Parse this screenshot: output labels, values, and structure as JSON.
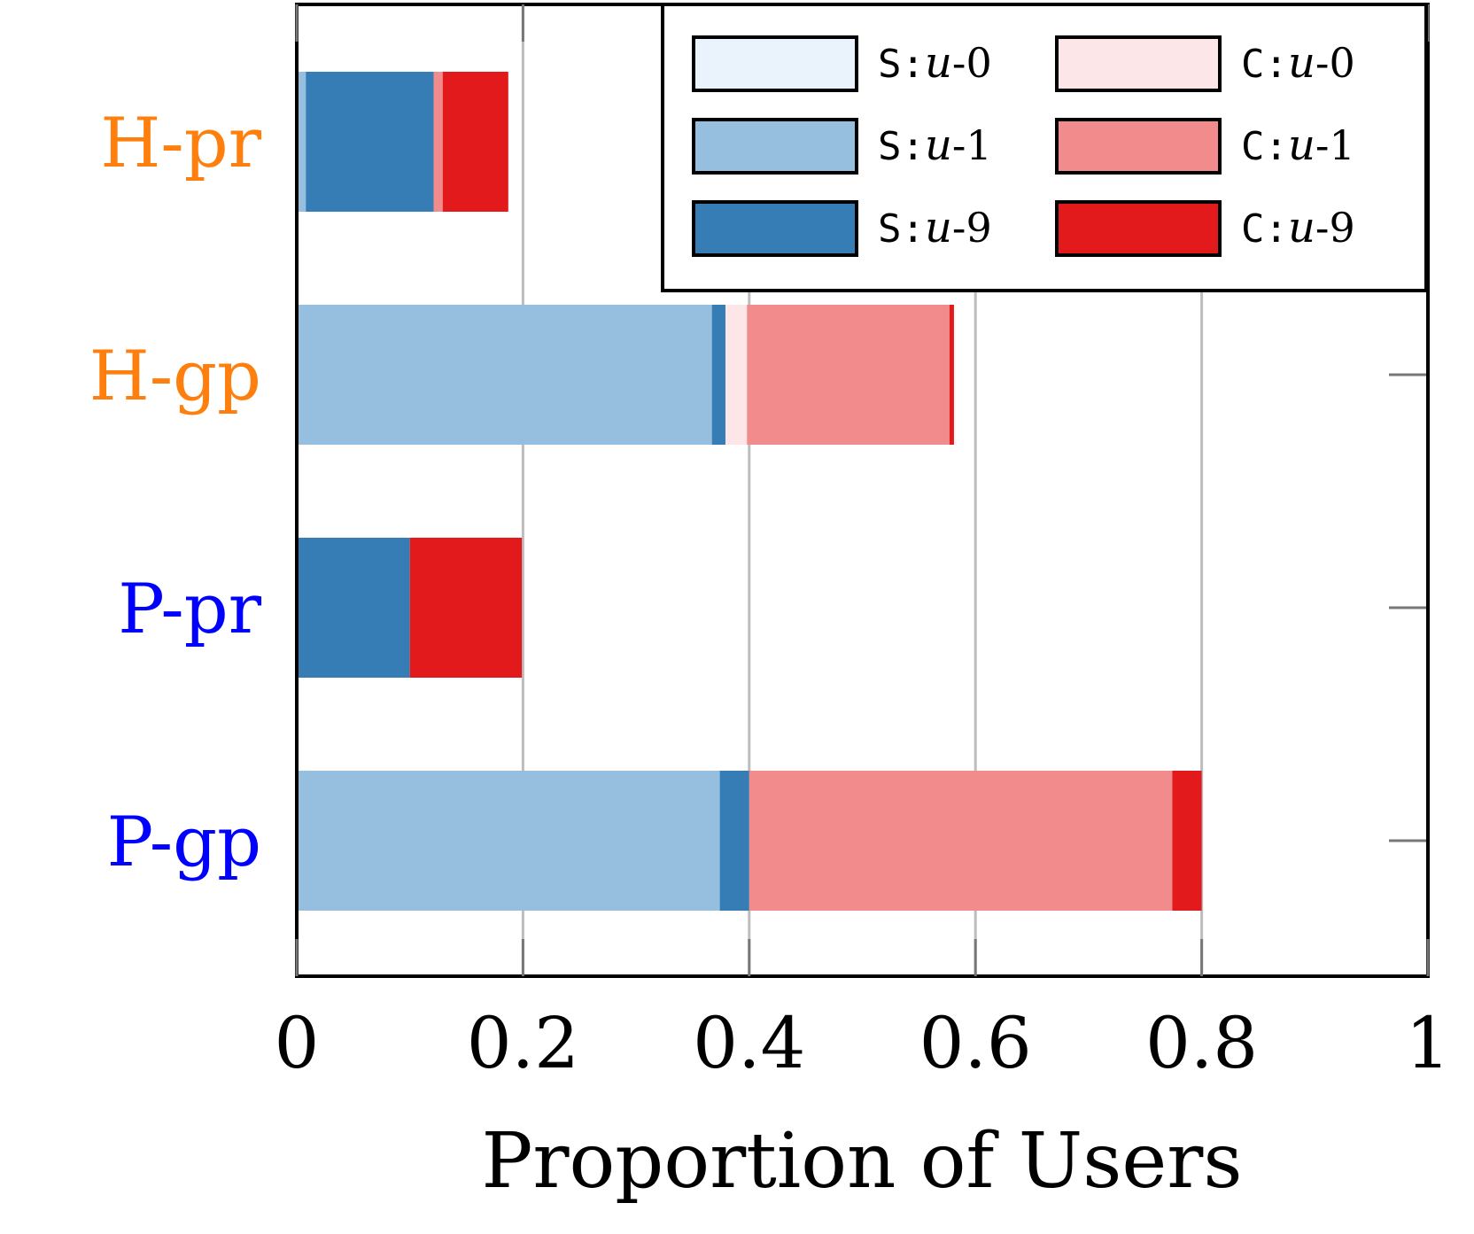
{
  "chart_data": {
    "type": "bar",
    "orientation": "horizontal",
    "stacked": true,
    "categories": [
      "H-pr",
      "H-gp",
      "P-pr",
      "P-gp"
    ],
    "category_colors": [
      "#ff7f0e",
      "#ff7f0e",
      "#0000ff",
      "#0000ff"
    ],
    "xlabel": "Proportion of Users",
    "ylabel": "",
    "xlim": [
      0,
      1
    ],
    "xticks": [
      0,
      0.2,
      0.4,
      0.6,
      0.8,
      1
    ],
    "xtick_labels": [
      "0",
      "0.2",
      "0.4",
      "0.6",
      "0.8",
      "1"
    ],
    "grid": "vertical",
    "legend_position": "top-right",
    "series": [
      {
        "name": "S:u-0",
        "legend_prefix": "S:",
        "legend_var": "u",
        "legend_suffix": "-0",
        "color": "#eaf3fb",
        "values": [
          0,
          0,
          0,
          0
        ]
      },
      {
        "name": "S:u-1",
        "legend_prefix": "S:",
        "legend_var": "u",
        "legend_suffix": "-1",
        "color": "#95bedf",
        "values": [
          0.008,
          0.367,
          0,
          0.374
        ]
      },
      {
        "name": "S:u-9",
        "legend_prefix": "S:",
        "legend_var": "u",
        "legend_suffix": "-9",
        "color": "#367db6",
        "values": [
          0.113,
          0.012,
          0.1,
          0.026
        ]
      },
      {
        "name": "C:u-0",
        "legend_prefix": "C:",
        "legend_var": "u",
        "legend_suffix": "-0",
        "color": "#fce6e8",
        "values": [
          0,
          0.019,
          0,
          0
        ]
      },
      {
        "name": "C:u-1",
        "legend_prefix": "C:",
        "legend_var": "u",
        "legend_suffix": "-1",
        "color": "#f28c8c",
        "values": [
          0.008,
          0.179,
          0,
          0.374
        ]
      },
      {
        "name": "C:u-9",
        "legend_prefix": "C:",
        "legend_var": "u",
        "legend_suffix": "-9",
        "color": "#e31a1c",
        "values": [
          0.058,
          0.004,
          0.099,
          0.026
        ]
      }
    ]
  }
}
